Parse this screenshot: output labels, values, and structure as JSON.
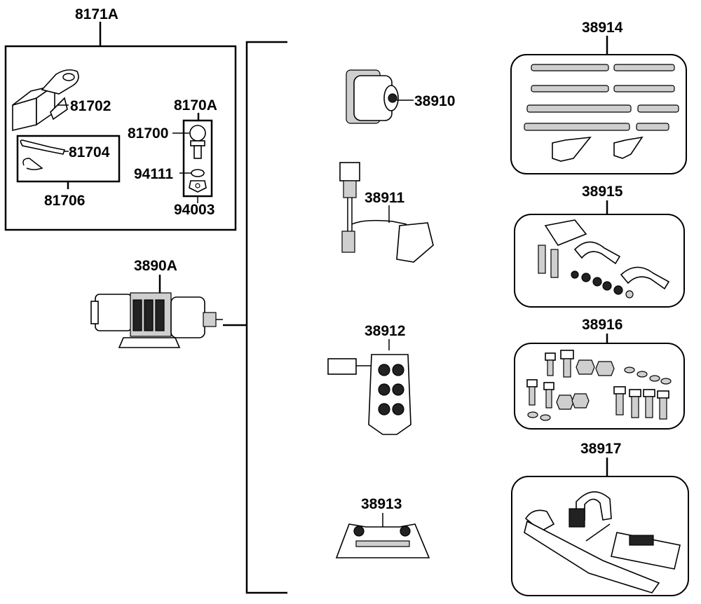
{
  "labels": {
    "kit_8171a": "8171A",
    "hitch_81702": "81702",
    "kit_8170a": "8170A",
    "ball_81700": "81700",
    "pin_81704": "81704",
    "washer_94111": "94111",
    "nut_94003": "94003",
    "pin_kit_81706": "81706",
    "winch_3890a": "3890A",
    "motor_38910": "38910",
    "harness_38911": "38911",
    "contactor_38912": "38912",
    "plate_38913": "38913",
    "cables_38914": "38914",
    "mount_38915": "38915",
    "hardware_38916": "38916",
    "hook_38917": "38917"
  },
  "icons": {
    "winch": "winch-icon",
    "motor": "motor-icon",
    "harness": "wiring-harness-icon",
    "contactor": "contactor-icon",
    "plate": "mount-plate-icon",
    "cables": "cable-set-icon",
    "clamps": "clamp-set-icon",
    "hardware": "bolt-set-icon",
    "hook": "hook-strap-icon"
  }
}
